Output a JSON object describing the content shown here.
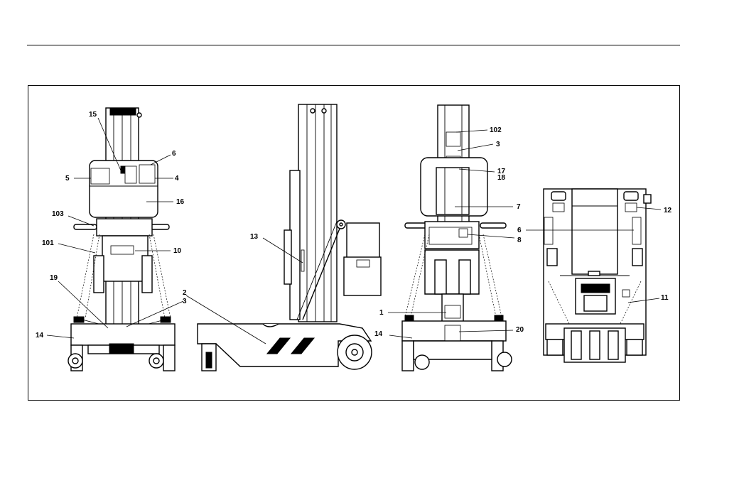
{
  "callouts": {
    "c15": "15",
    "c6a": "6",
    "c5": "5",
    "c4": "4",
    "c16": "16",
    "c103": "103",
    "c101": "101",
    "c10": "10",
    "c19": "19",
    "c2": "2",
    "c3a": "3",
    "c14a": "14",
    "c13": "13",
    "c102": "102",
    "c3b": "3",
    "c17": "17",
    "c18": "18",
    "c7": "7",
    "c8": "8",
    "c1": "1",
    "c14b": "14",
    "c20": "20",
    "c12": "12",
    "c6b": "6",
    "c11": "11"
  }
}
